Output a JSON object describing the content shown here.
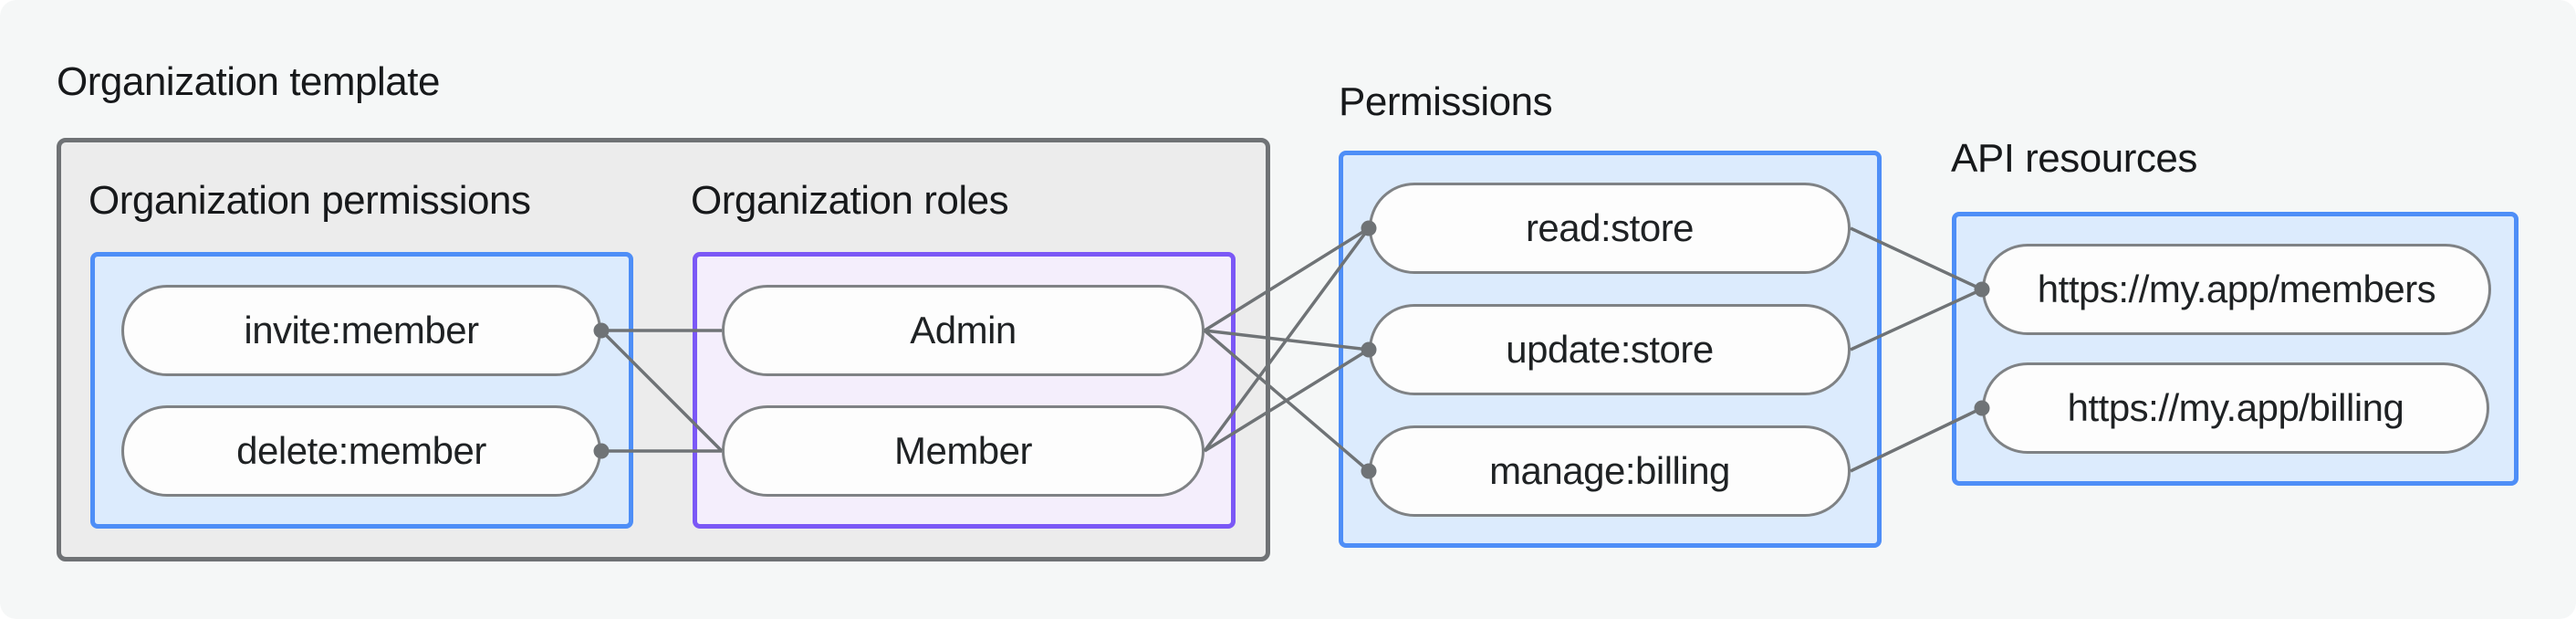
{
  "labels": {
    "org_template": "Organization template",
    "org_permissions": "Organization permissions",
    "org_roles": "Organization roles",
    "permissions": "Permissions",
    "api_resources": "API resources"
  },
  "nodes": {
    "invite": "invite:member",
    "delete": "delete:member",
    "admin": "Admin",
    "member": "Member",
    "read": "read:store",
    "update": "update:store",
    "manage": "manage:billing",
    "members_api": "https://my.app/members",
    "billing_api": "https://my.app/billing"
  },
  "edges": [
    {
      "from": "invite",
      "to": "admin"
    },
    {
      "from": "invite",
      "to": "member"
    },
    {
      "from": "delete",
      "to": "member"
    },
    {
      "from": "admin",
      "to": "read"
    },
    {
      "from": "admin",
      "to": "update"
    },
    {
      "from": "admin",
      "to": "manage"
    },
    {
      "from": "member",
      "to": "read"
    },
    {
      "from": "member",
      "to": "update"
    },
    {
      "from": "read",
      "to": "members_api"
    },
    {
      "from": "update",
      "to": "members_api"
    },
    {
      "from": "manage",
      "to": "billing_api"
    }
  ],
  "colors": {
    "canvas_bg": "#f5f7f7",
    "gray_box_fill": "#ececec",
    "gray_box_border": "#6f7275",
    "blue_box_fill": "#dcebfd",
    "blue_box_border": "#4e8ef7",
    "purple_box_fill": "#f4eefc",
    "purple_box_border": "#7b58f6",
    "pill_fill": "#fdfdfd",
    "pill_border": "#7f8285",
    "line": "#6f7376",
    "text": "#17191b"
  }
}
